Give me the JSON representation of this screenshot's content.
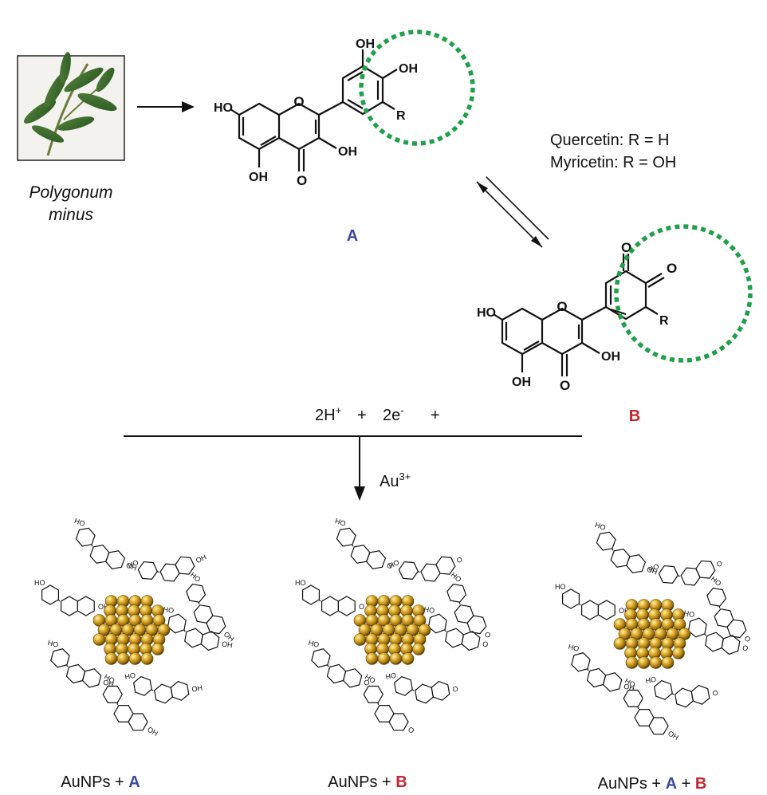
{
  "plant": {
    "name_line1": "Polygonum",
    "name_line2": "minus"
  },
  "labels": {
    "A": "A",
    "B": "B",
    "quercetin": "Quercetin: R = H",
    "myricetin": "Myricetin: R = OH",
    "protons": "2H",
    "protons_sup": "+",
    "plus1": "+",
    "electrons": "2e",
    "electrons_sup": "-",
    "plus2": "+",
    "gold": "Au",
    "gold_sup": "3+"
  },
  "atoms": {
    "OH": "OH",
    "HO": "HO",
    "O": "O",
    "R": "R"
  },
  "products": [
    {
      "prefix": "AuNPs + ",
      "a": "A",
      "mid": "",
      "b": ""
    },
    {
      "prefix": "AuNPs + ",
      "a": "",
      "mid": "",
      "b": "B"
    },
    {
      "prefix": "AuNPs + ",
      "a": "A",
      "mid": " + ",
      "b": "B"
    }
  ],
  "colors": {
    "label_A": "#3a49a3",
    "label_B": "#c2262e",
    "highlight_circle": "#1fa04a",
    "gold": "#c99a1d"
  }
}
